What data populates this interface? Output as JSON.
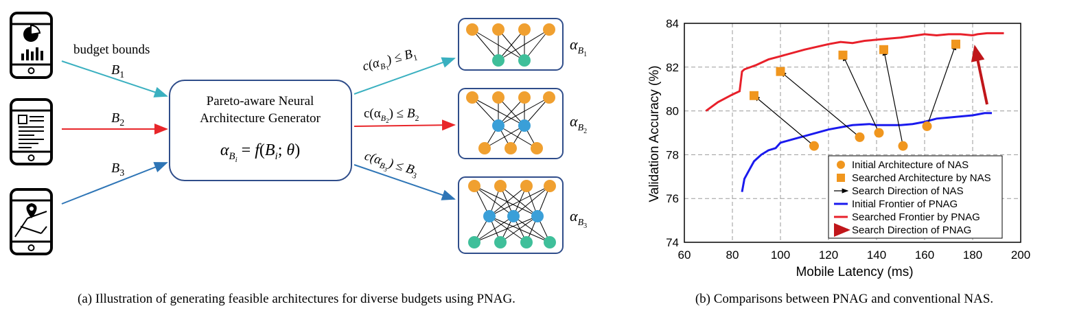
{
  "left_figure": {
    "input_label": "budget bounds",
    "budgets": [
      {
        "base": "B",
        "sub": "1"
      },
      {
        "base": "B",
        "sub": "2"
      },
      {
        "base": "B",
        "sub": "3"
      }
    ],
    "generator": {
      "line1": "Pareto-aware Neural",
      "line2": "Architecture Generator",
      "formula": "α_Bi = f(B_i; θ)"
    },
    "constraints": [
      "c(α_B1) ≤ B1",
      "c(α_B2) ≤ B2",
      "c(α_B3) ≤ B3"
    ],
    "outputs": [
      "α_B1",
      "α_B2",
      "α_B3"
    ],
    "caption": "(a) Illustration of generating feasible architectures for diverse budgets using PNAG.",
    "colors": {
      "b1_arrow": "#3ab0c0",
      "b2_arrow": "#e8262a",
      "b3_arrow": "#2e75b6",
      "box_border": "#2f4d8a",
      "orange_node": "#f0a030",
      "blue_node": "#3a9fd8",
      "green_node": "#3fbf9a"
    },
    "icons": [
      "phone-chart-icon",
      "phone-document-icon",
      "phone-map-icon"
    ]
  },
  "chart_data": {
    "type": "scatter",
    "xlabel": "Mobile Latency (ms)",
    "ylabel": "Validation Accuracy (%)",
    "xlim": [
      60,
      200
    ],
    "ylim": [
      74,
      84
    ],
    "xticks": [
      60,
      80,
      100,
      120,
      140,
      160,
      180,
      200
    ],
    "yticks": [
      74,
      76,
      78,
      80,
      82,
      84
    ],
    "grid": true,
    "legend_position": "bottom-right",
    "caption": "(b) Comparisons between PNAG and conventional NAS.",
    "series": [
      {
        "name": "Initial Architecture of NAS",
        "kind": "points",
        "color": "#f0961e",
        "points": [
          [
            114,
            78.4
          ],
          [
            133,
            78.8
          ],
          [
            141,
            79.0
          ],
          [
            151,
            78.4
          ],
          [
            161,
            79.3
          ]
        ]
      },
      {
        "name": "Searched Architecture by NAS",
        "kind": "points",
        "color": "#f0961e",
        "points": [
          [
            89,
            80.7
          ],
          [
            100,
            81.8
          ],
          [
            126,
            82.55
          ],
          [
            143,
            82.8
          ],
          [
            173,
            83.05
          ]
        ]
      },
      {
        "name": "Search Direction of NAS",
        "kind": "arrows",
        "color": "#000000",
        "arrows": [
          [
            [
              114,
              78.4
            ],
            [
              89,
              80.7
            ]
          ],
          [
            [
              133,
              78.8
            ],
            [
              100,
              81.8
            ]
          ],
          [
            [
              141,
              79.0
            ],
            [
              126,
              82.55
            ]
          ],
          [
            [
              151,
              78.4
            ],
            [
              143,
              82.8
            ]
          ],
          [
            [
              161,
              79.3
            ],
            [
              173,
              83.05
            ]
          ]
        ]
      },
      {
        "name": "Initial Frontier of PNAG",
        "kind": "line",
        "color": "#1a1aee",
        "points": [
          [
            84,
            76.3
          ],
          [
            85,
            76.9
          ],
          [
            87,
            77.3
          ],
          [
            89,
            77.7
          ],
          [
            92,
            78.0
          ],
          [
            95,
            78.2
          ],
          [
            98,
            78.3
          ],
          [
            100,
            78.55
          ],
          [
            105,
            78.7
          ],
          [
            110,
            78.85
          ],
          [
            120,
            79.15
          ],
          [
            130,
            79.35
          ],
          [
            137,
            79.4
          ],
          [
            140,
            79.35
          ],
          [
            150,
            79.35
          ],
          [
            155,
            79.4
          ],
          [
            160,
            79.5
          ],
          [
            165,
            79.65
          ],
          [
            170,
            79.7
          ],
          [
            175,
            79.75
          ],
          [
            180,
            79.8
          ],
          [
            185,
            79.9
          ],
          [
            188,
            79.9
          ]
        ]
      },
      {
        "name": "Searched Frontier by PNAG",
        "kind": "line",
        "color": "#e8202a",
        "points": [
          [
            69,
            80.0
          ],
          [
            74,
            80.4
          ],
          [
            80,
            80.75
          ],
          [
            83,
            80.9
          ],
          [
            84,
            81.8
          ],
          [
            85,
            81.9
          ],
          [
            90,
            82.1
          ],
          [
            95,
            82.35
          ],
          [
            100,
            82.5
          ],
          [
            110,
            82.8
          ],
          [
            120,
            83.05
          ],
          [
            125,
            83.15
          ],
          [
            130,
            83.1
          ],
          [
            135,
            83.2
          ],
          [
            140,
            83.25
          ],
          [
            145,
            83.3
          ],
          [
            150,
            83.35
          ],
          [
            160,
            83.5
          ],
          [
            165,
            83.45
          ],
          [
            170,
            83.5
          ],
          [
            175,
            83.5
          ],
          [
            180,
            83.45
          ],
          [
            182,
            83.5
          ],
          [
            186,
            83.55
          ],
          [
            193,
            83.55
          ]
        ]
      },
      {
        "name": "Search Direction of PNAG",
        "kind": "arrows",
        "color": "#c0161a",
        "arrows": [
          [
            [
              186,
              80.3
            ],
            [
              181,
              82.9
            ]
          ]
        ]
      }
    ]
  }
}
